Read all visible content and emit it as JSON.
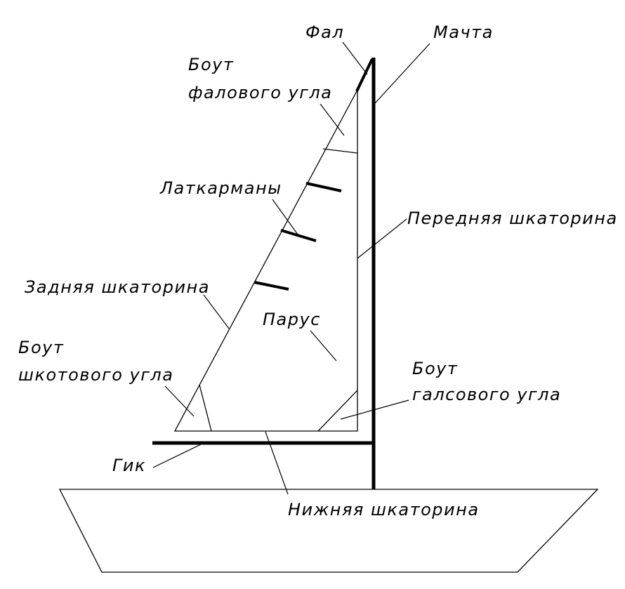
{
  "labels": {
    "fal": "Фал",
    "machta": "Мачта",
    "bout_falovogo_1": "Боут",
    "bout_falovogo_2": "фалового угла",
    "latkarmany": "Латкарманы",
    "perednyaya_shkatorina": "Передняя шкаторина",
    "zadnyaya_shkatorina": "Задняя шкаторина",
    "parus": "Парус",
    "bout_shkotovogo_1": "Боут",
    "bout_shkotovogo_2": "шкотового угла",
    "bout_galsovogo_1": "Боут",
    "bout_galsovogo_2": "галсового угла",
    "gik": "Гик",
    "nizhnyaya_shkatorina": "Нижняя шкаторина"
  },
  "colors": {
    "line": "#000000",
    "background": "#ffffff"
  }
}
